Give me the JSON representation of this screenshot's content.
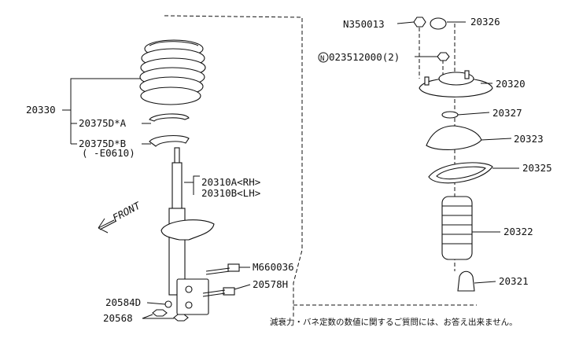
{
  "diagram": {
    "labels": {
      "p20330": "20330",
      "p20375DA": "20375D*A",
      "p20375DB": "20375D*B",
      "p20375DB_note": "( -E0610)",
      "p20310A": "20310A<RH>",
      "p20310B": "20310B<LH>",
      "front": "FRONT",
      "pM660036": "M660036",
      "p20578H": "20578H",
      "p20584D": "20584D",
      "p20568": "20568",
      "pN350013": "N350013",
      "p20326": "20326",
      "n_circle": "N",
      "p023512000": "023512000(2)",
      "p20320": "20320",
      "p20327": "20327",
      "p20323": "20323",
      "p20325": "20325",
      "p20322": "20322",
      "p20321": "20321"
    },
    "footnote": "減衰力・バネ定数の数値に関するご質問には、お答え出来ません。"
  }
}
